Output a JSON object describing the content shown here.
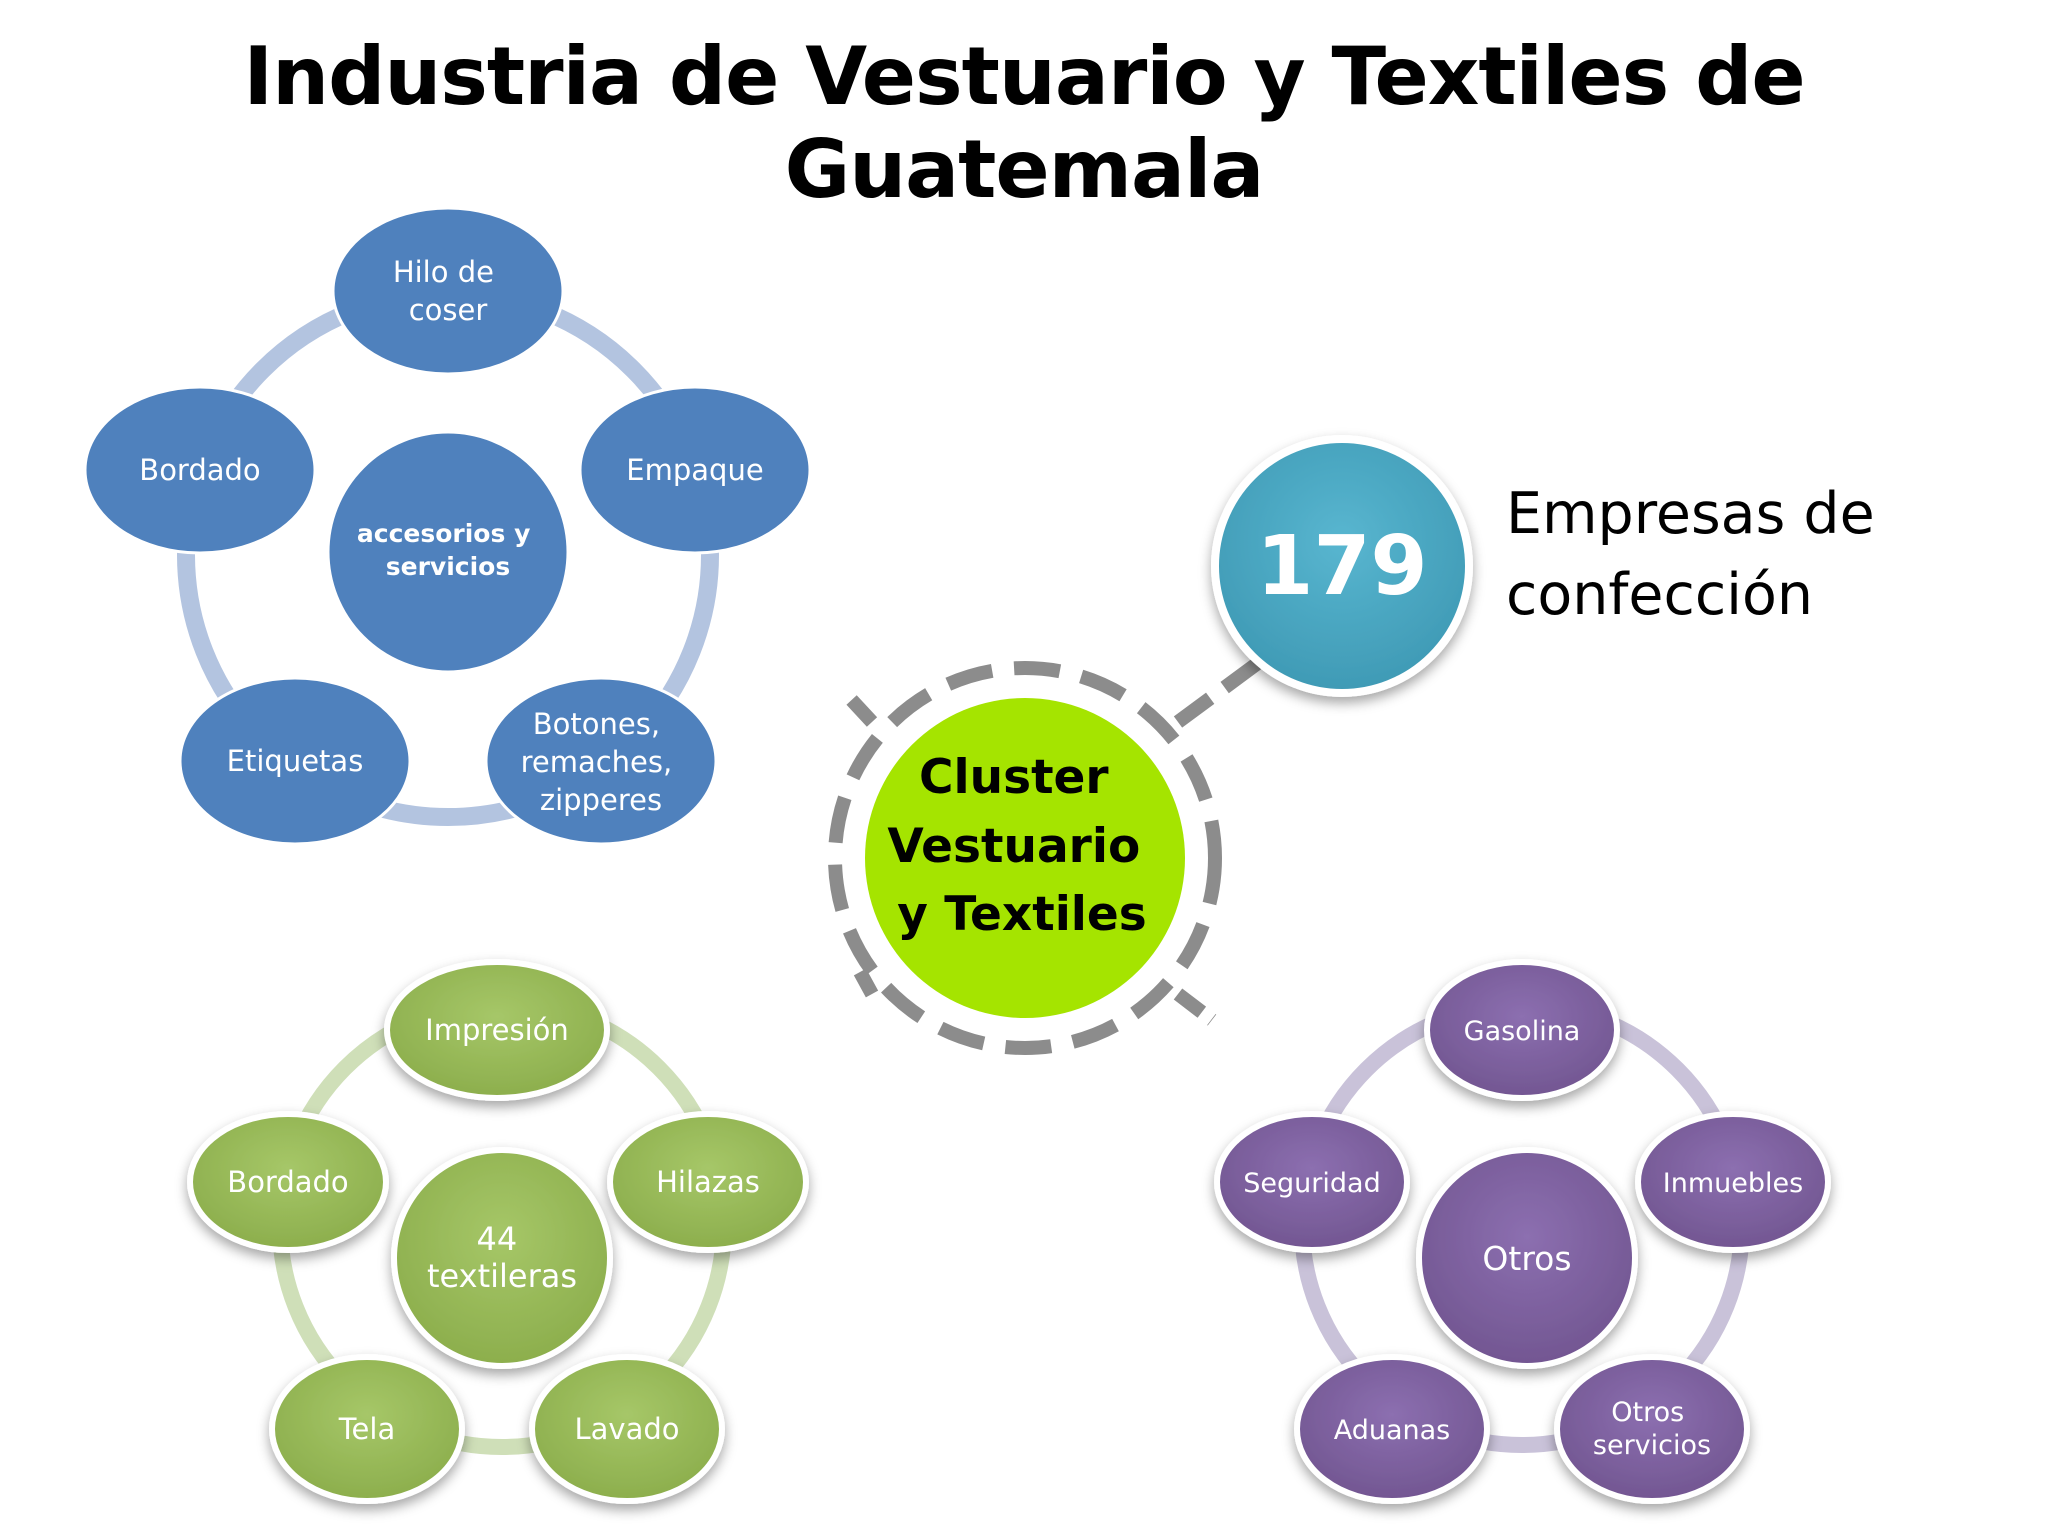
{
  "title": "Industria de Vestuario y Textiles de Guatemala",
  "center": {
    "lines": [
      "Cluster",
      "Vestuario",
      "y Textiles"
    ],
    "color": "#a5e400"
  },
  "stat": {
    "number": "179",
    "label_lines": [
      "Empresas de",
      "confección"
    ],
    "color": "#4aabc6"
  },
  "blue_cycle": {
    "center_lines": [
      "accesorios y",
      "servicios"
    ],
    "nodes": [
      {
        "lines": [
          "Hilo de",
          "coser"
        ]
      },
      {
        "lines": [
          "Empaque"
        ]
      },
      {
        "lines": [
          "Botones,",
          "remaches,",
          "zipperes"
        ]
      },
      {
        "lines": [
          "Etiquetas"
        ]
      },
      {
        "lines": [
          "Bordado"
        ]
      }
    ],
    "color": "#4f81bd"
  },
  "green_cycle": {
    "center_lines": [
      "44",
      "textileras"
    ],
    "nodes": [
      {
        "lines": [
          "Impresión"
        ]
      },
      {
        "lines": [
          "Hilazas"
        ]
      },
      {
        "lines": [
          "Lavado"
        ]
      },
      {
        "lines": [
          "Tela"
        ]
      },
      {
        "lines": [
          "Bordado"
        ]
      }
    ],
    "color": "#9bbb59"
  },
  "purple_cycle": {
    "center_lines": [
      "Otros"
    ],
    "nodes": [
      {
        "lines": [
          "Gasolina"
        ]
      },
      {
        "lines": [
          "Inmuebles"
        ]
      },
      {
        "lines": [
          "Otros",
          "servicios"
        ]
      },
      {
        "lines": [
          "Aduanas"
        ]
      },
      {
        "lines": [
          "Seguridad"
        ]
      }
    ],
    "color": "#8064a2"
  }
}
